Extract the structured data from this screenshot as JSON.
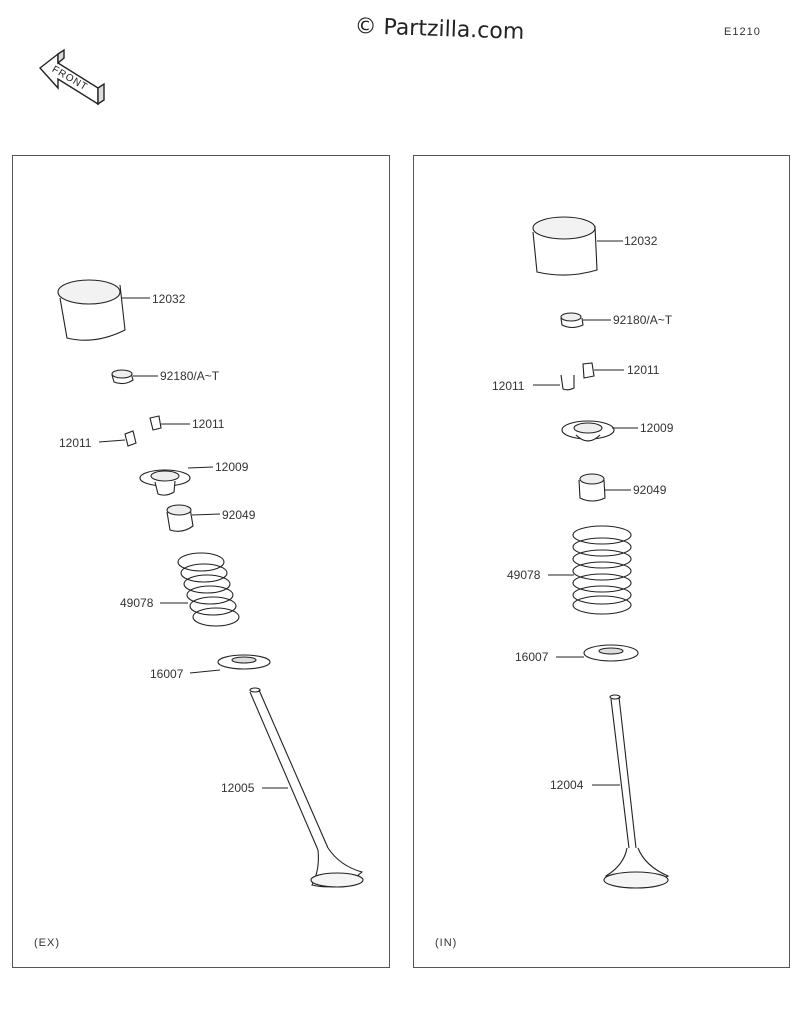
{
  "header": {
    "watermark": "© Partzilla.com",
    "diagram_code": "E1210",
    "front_arrow_text": "FRONT"
  },
  "panels": {
    "exhaust": {
      "caption": "(EX)",
      "labels": {
        "p12032": "12032",
        "p92180": "92180/A~T",
        "p12011a": "12011",
        "p12011b": "12011",
        "p12009": "12009",
        "p92049": "92049",
        "p49078": "49078",
        "p16007": "16007",
        "p12005": "12005"
      }
    },
    "intake": {
      "caption": "(IN)",
      "labels": {
        "p12032": "12032",
        "p92180": "92180/A~T",
        "p12011a": "12011",
        "p12011b": "12011",
        "p12009": "12009",
        "p92049": "92049",
        "p49078": "49078",
        "p16007": "16007",
        "p12004": "12004"
      }
    }
  }
}
